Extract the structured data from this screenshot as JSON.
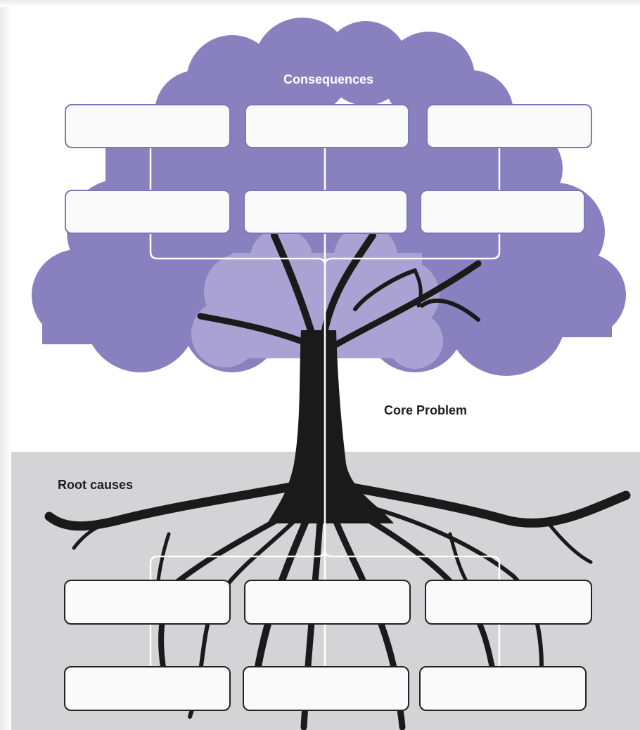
{
  "labels": {
    "consequences": "Consequences",
    "core_problem": "Core Problem",
    "root_causes": "Root causes"
  },
  "colors": {
    "canopy_dark": "#8981bf",
    "canopy_light": "#a9a2d3",
    "trunk": "#1b1a1a",
    "ground": "#d4d4d6",
    "connector": "#ffffff"
  },
  "consequence_boxes": [
    "",
    "",
    "",
    "",
    "",
    ""
  ],
  "root_cause_boxes": [
    "",
    "",
    "",
    "",
    "",
    ""
  ]
}
